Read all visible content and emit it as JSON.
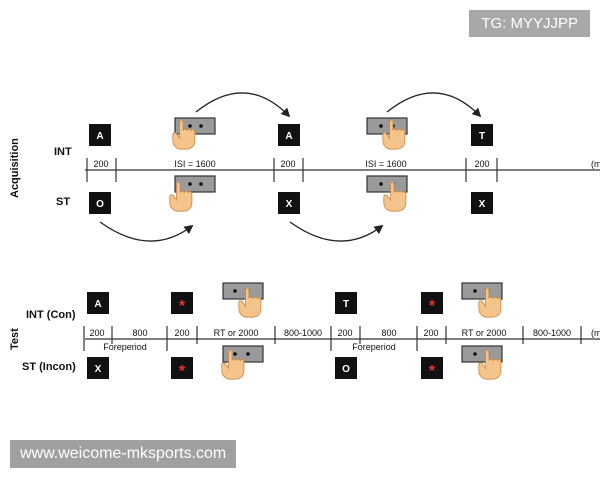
{
  "watermark": {
    "tg": "TG: MYYJJPP",
    "url": "www.weicome-mksports.com"
  },
  "acquisition": {
    "label": "Acquisition",
    "row_top": "INT",
    "row_bottom": "ST",
    "timeline": [
      "200",
      "ISI = 1600",
      "200",
      "ISI = 1600",
      "200",
      "(m"
    ],
    "stim_top": [
      "A",
      "A",
      "T"
    ],
    "stim_bottom": [
      "O",
      "X",
      "X"
    ]
  },
  "test": {
    "label": "Test",
    "row_top": "INT (Con)",
    "row_bottom": "ST (Incon)",
    "timeline": [
      "200",
      "800",
      "200",
      "RT or 2000",
      "800-1000",
      "200",
      "800",
      "200",
      "RT or 2000",
      "800-1000",
      "(m"
    ],
    "foreperiod": [
      "Foreperiod",
      "Foreperiod"
    ],
    "stim_top": [
      "A",
      "*",
      "T",
      "*"
    ],
    "stim_bottom": [
      "X",
      "*",
      "O",
      "*"
    ]
  },
  "colors": {
    "box": "#111111",
    "star": "#e8332a",
    "keyboard": "#9a9a9a",
    "hand": "#f5c48a"
  }
}
